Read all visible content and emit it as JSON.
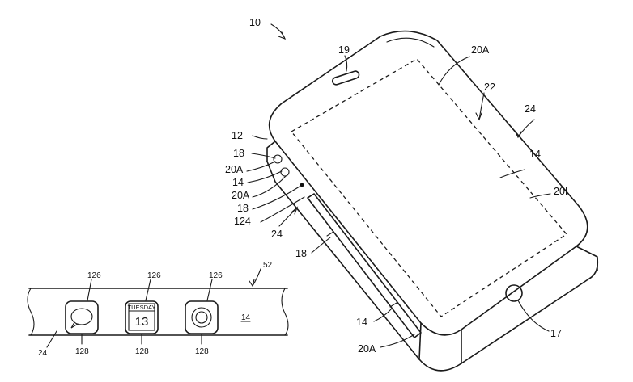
{
  "figure": {
    "labels": {
      "device": "10",
      "speaker": "19",
      "display_top": "20A",
      "screen": "22",
      "edge_top": "24",
      "housing_left": "12",
      "sensor_a": "18",
      "side_a": "20A",
      "port_a": "14",
      "side_b": "20A",
      "sensor_b": "18",
      "side_light": "124",
      "edge_left": "24",
      "side_strip": "18",
      "right_face": "14",
      "right_display": "20I",
      "bottom_face": "14",
      "bottom_display": "20A",
      "home_button": "17"
    },
    "strip": {
      "ref": "52",
      "edge": "24",
      "face": "14",
      "icon_ref": "126",
      "frame_ref": "128",
      "calendar_day": "TUESDAY",
      "calendar_date": "13"
    }
  }
}
